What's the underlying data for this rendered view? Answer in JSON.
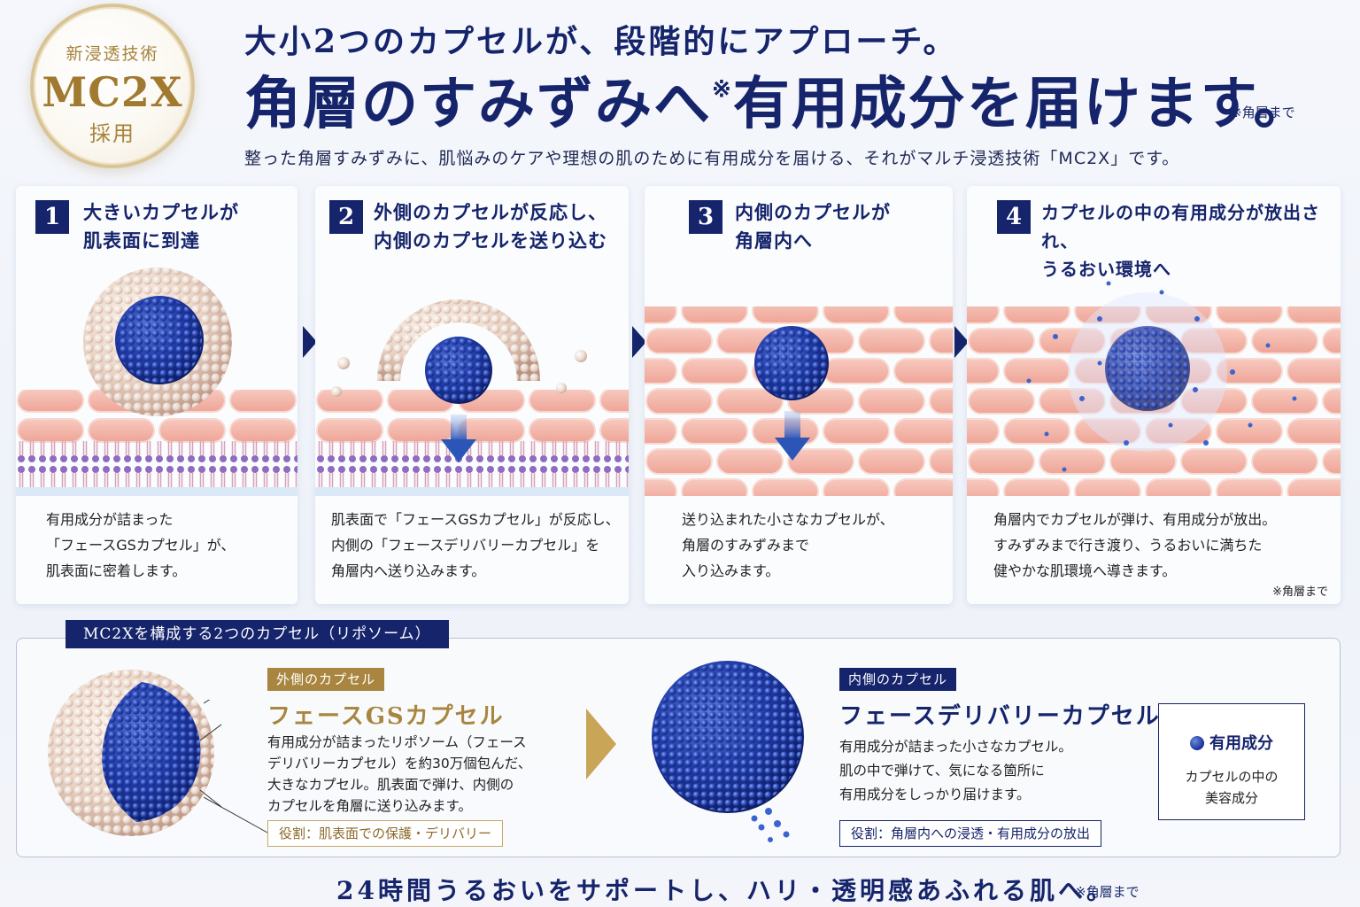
{
  "badge": {
    "line1": "新浸透技術",
    "line2": "MC2X",
    "line3": "採用"
  },
  "header": {
    "subtitle": "大小2つのカプセルが、段階的にアプローチ。",
    "title_a": "角層のすみずみへ",
    "title_mark": "※",
    "title_b": "有用成分を届けます。",
    "note": "※角層まで",
    "description": "整った角層すみずみに、肌悩みのケアや理想の肌のために有用成分を届ける、それがマルチ浸透技術「MC2X」です。"
  },
  "steps": [
    {
      "num": "1",
      "title1": "大きいカプセルが",
      "title2": "肌表面に到達",
      "body1": "有用成分が詰まった",
      "body2": "「フェースGSカプセル」が、",
      "body3": "肌表面に密着します。"
    },
    {
      "num": "2",
      "title1": "外側のカプセルが反応し、",
      "title2": "内側のカプセルを送り込む",
      "body1": "肌表面で「フェースGSカプセル」が反応し、",
      "body2": "内側の「フェースデリバリーカプセル」を",
      "body3": "角層内へ送り込みます。"
    },
    {
      "num": "3",
      "title1": "内側のカプセルが",
      "title2": "角層内へ",
      "body1": "送り込まれた小さなカプセルが、",
      "body2": "角層のすみずみまで",
      "body3": "入り込みます。"
    },
    {
      "num": "4",
      "title1": "カプセルの中の有用成分が放出され、",
      "title2": "うるおい環境へ",
      "body1": "角層内でカプセルが弾け、有用成分が放出。",
      "body2": "すみずみまで行き渡り、うるおいに満ちた",
      "body3": "健やかな肌環境へ導きます。",
      "note": "※角層まで"
    }
  ],
  "capsules": {
    "section_label": "MC2Xを構成する2つのカプセル（リポソーム）",
    "outer": {
      "chip": "外側のカプセル",
      "name": "フェースGSカプセル",
      "desc1": "有用成分が詰まったリポソーム（フェース",
      "desc2": "デリバリーカプセル）を約30万個包んだ、",
      "desc3": "大きなカプセル。肌表面で弾け、内側の",
      "desc4": "カプセルを角層に送り込みます。",
      "role": "役割：肌表面での保護・デリバリー"
    },
    "inner": {
      "chip": "内側のカプセル",
      "name": "フェースデリバリーカプセル",
      "desc1": "有用成分が詰まった小さなカプセル。",
      "desc2": "肌の中で弾けて、気になる箇所に",
      "desc3": "有用成分をしっかり届けます。",
      "role": "役割：角層内への浸透・有用成分の放出"
    },
    "legend": {
      "title": "有用成分",
      "line1": "カプセルの中の",
      "line2": "美容成分"
    }
  },
  "footer": {
    "text": "24時間うるおいをサポートし、ハリ・透明感あふれる肌へ。",
    "note": "※角層まで"
  },
  "colors": {
    "navy": "#15246b",
    "gold": "#a98640",
    "skin": "#f3b7ab",
    "capsule_blue": "#1b33a0",
    "capsule_pearl": "#ead9cc"
  }
}
